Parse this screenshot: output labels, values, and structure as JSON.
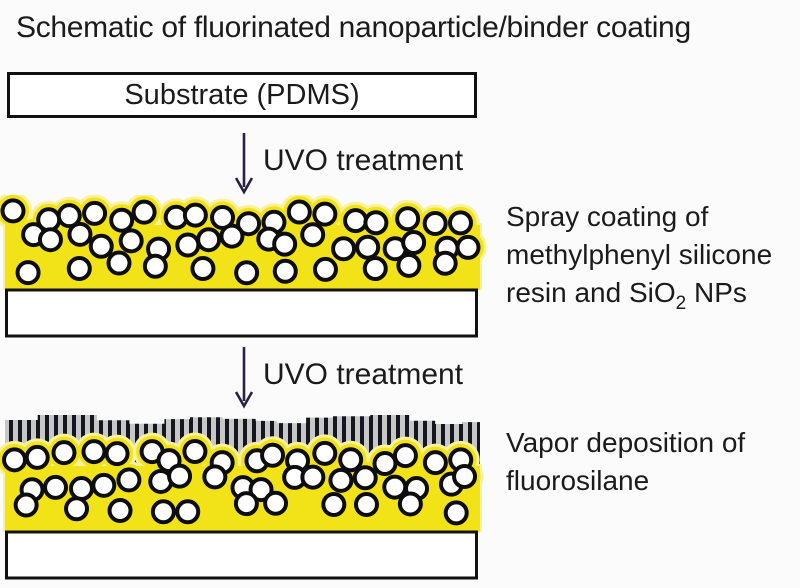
{
  "title": "Schematic of fluorinated nanoparticle/binder coating",
  "substrate": {
    "label": "Substrate (PDMS)"
  },
  "step1": {
    "arrow_label": "UVO treatment",
    "caption_line1": "Spray coating of",
    "caption_line2": "methylphenyl silicone",
    "caption_line3_pre": "resin and SiO",
    "caption_line3_sub": "2",
    "caption_line3_post": " NPs"
  },
  "step2": {
    "arrow_label": "UVO treatment",
    "caption_line1": "Vapor deposition of",
    "caption_line2": "fluorosilane"
  },
  "colors": {
    "background": "#fbfbfb",
    "text": "#1b1b1b",
    "arrow": "#2a2145",
    "binder_yellow": "#f2e319",
    "binder_glow": "#f9f29b",
    "nanoparticle_fill": "#ffffff",
    "nanoparticle_stroke": "#0d0d0d",
    "substrate_fill": "#ffffff",
    "substrate_stroke": "#111111",
    "fluorosilane_stripe_dark": "#16161f",
    "fluorosilane_stripe_light": "#c7c7c7"
  }
}
